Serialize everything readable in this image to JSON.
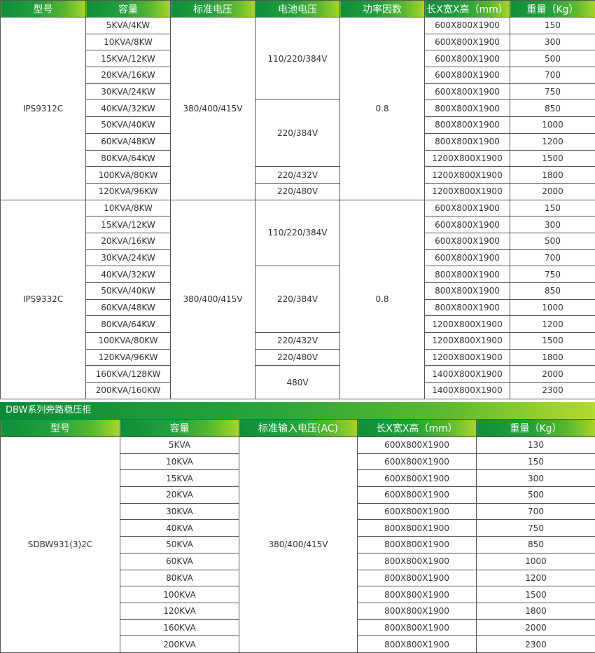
{
  "ups": {
    "headers": [
      "型号",
      "容量",
      "标准电压",
      "电池电压",
      "功率因数",
      "长X宽X高（mm）",
      "重量（Kg）"
    ],
    "groups": [
      {
        "model": "IPS9312C",
        "std_voltage": "380/400/415V",
        "power_factor": "0.8",
        "rows": [
          {
            "capacity": "5KVA/4KW",
            "dims": "600X800X1900",
            "weight": "150"
          },
          {
            "capacity": "10KVA/8KW",
            "dims": "600X800X1900",
            "weight": "300"
          },
          {
            "capacity": "15KVA/12KW",
            "dims": "600X800X1900",
            "weight": "500"
          },
          {
            "capacity": "20KVA/16KW",
            "dims": "600X800X1900",
            "weight": "700"
          },
          {
            "capacity": "30KVA/24KW",
            "dims": "600X800X1900",
            "weight": "750"
          },
          {
            "capacity": "40KVA/32KW",
            "dims": "800X800X1900",
            "weight": "850"
          },
          {
            "capacity": "50KVA/40KW",
            "dims": "800X800X1900",
            "weight": "1000"
          },
          {
            "capacity": "60KVA/48KW",
            "dims": "800X800X1900",
            "weight": "1200"
          },
          {
            "capacity": "80KVA/64KW",
            "dims": "1200X800X1900",
            "weight": "1500"
          },
          {
            "capacity": "100KVA/80KW",
            "dims": "1200X800X1900",
            "weight": "1800"
          },
          {
            "capacity": "120KVA/96KW",
            "dims": "1200X800X1900",
            "weight": "2000"
          }
        ],
        "battery": [
          {
            "label": "110/220/384V",
            "span": 5
          },
          {
            "label": "220/384V",
            "span": 4
          },
          {
            "label": "220/432V",
            "span": 1
          },
          {
            "label": "220/480V",
            "span": 1
          }
        ]
      },
      {
        "model": "IPS9332C",
        "std_voltage": "380/400/415V",
        "power_factor": "0.8",
        "rows": [
          {
            "capacity": "10KVA/8KW",
            "dims": "600X800X1900",
            "weight": "150"
          },
          {
            "capacity": "15KVA/12KW",
            "dims": "600X800X1900",
            "weight": "300"
          },
          {
            "capacity": "20KVA/16KW",
            "dims": "600X800X1900",
            "weight": "500"
          },
          {
            "capacity": "30KVA/24KW",
            "dims": "600X800X1900",
            "weight": "700"
          },
          {
            "capacity": "40KVA/32KW",
            "dims": "800X800X1900",
            "weight": "750"
          },
          {
            "capacity": "50KVA/40KW",
            "dims": "800X800X1900",
            "weight": "850"
          },
          {
            "capacity": "60KVA/48KW",
            "dims": "800X800X1900",
            "weight": "1000"
          },
          {
            "capacity": "80KVA/64KW",
            "dims": "1200X800X1900",
            "weight": "1200"
          },
          {
            "capacity": "100KVA/80KW",
            "dims": "1200X800X1900",
            "weight": "1500"
          },
          {
            "capacity": "120KVA/96KW",
            "dims": "1200X800X1900",
            "weight": "1800"
          },
          {
            "capacity": "160KVA/128KW",
            "dims": "1400X800X1900",
            "weight": "2000"
          },
          {
            "capacity": "200KVA/160KW",
            "dims": "1400X800X1900",
            "weight": "2300"
          }
        ],
        "battery": [
          {
            "label": "110/220/384V",
            "span": 4
          },
          {
            "label": "220/384V",
            "span": 4
          },
          {
            "label": "220/432V",
            "span": 1
          },
          {
            "label": "220/480V",
            "span": 1
          },
          {
            "label": "480V",
            "span": 2
          }
        ]
      }
    ]
  },
  "dbw": {
    "title": "DBW系列旁路稳压柜",
    "headers": [
      "型号",
      "容量",
      "标准输入电压(AC)",
      "长X宽X高（mm）",
      "重量（Kg）"
    ],
    "model": "SDBW931(3)2C",
    "std_voltage": "380/400/415V",
    "rows": [
      {
        "capacity": "5KVA",
        "dims": "600X800X1900",
        "weight": "130"
      },
      {
        "capacity": "10KVA",
        "dims": "600X800X1900",
        "weight": "150"
      },
      {
        "capacity": "15KVA",
        "dims": "600X800X1900",
        "weight": "300"
      },
      {
        "capacity": "20KVA",
        "dims": "600X800X1900",
        "weight": "500"
      },
      {
        "capacity": "30KVA",
        "dims": "600X800X1900",
        "weight": "700"
      },
      {
        "capacity": "40KVA",
        "dims": "800X800X1900",
        "weight": "750"
      },
      {
        "capacity": "50KVA",
        "dims": "800X800X1900",
        "weight": "850"
      },
      {
        "capacity": "60KVA",
        "dims": "800X800X1900",
        "weight": "1000"
      },
      {
        "capacity": "80KVA",
        "dims": "800X800X1900",
        "weight": "1200"
      },
      {
        "capacity": "100KVA",
        "dims": "800X800X1900",
        "weight": "1500"
      },
      {
        "capacity": "120KVA",
        "dims": "800X800X1900",
        "weight": "1800"
      },
      {
        "capacity": "160KVA",
        "dims": "800X800X1900",
        "weight": "2000"
      },
      {
        "capacity": "200KVA",
        "dims": "800X800X1900",
        "weight": "2300"
      }
    ]
  },
  "colors": {
    "header_start": "#0e8f3a",
    "header_end": "#a6d52a",
    "border": "#555555"
  }
}
